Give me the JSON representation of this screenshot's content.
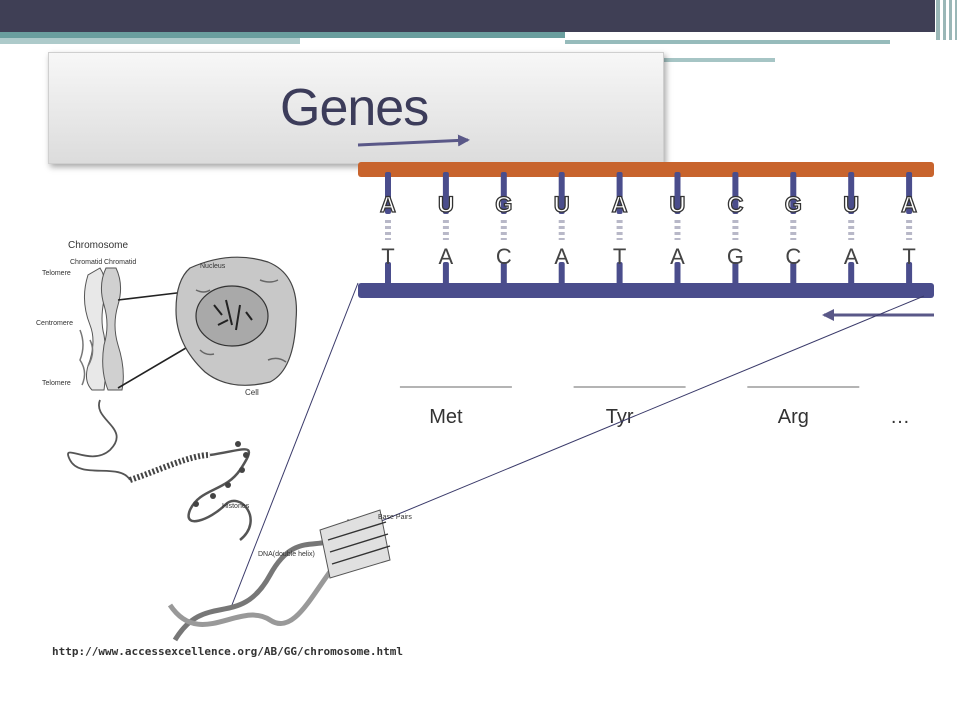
{
  "title": "Genes",
  "mrna_bases": [
    "A",
    "U",
    "G",
    "U",
    "A",
    "U",
    "C",
    "G",
    "U",
    "A"
  ],
  "dna_bases": [
    "T",
    "A",
    "C",
    "A",
    "T",
    "A",
    "G",
    "C",
    "A",
    "T"
  ],
  "amino_acids": [
    "Met",
    "Tyr",
    "Arg"
  ],
  "ellipsis": "…",
  "illustration": {
    "heading": "Chromosome",
    "labels": {
      "chromatid_left": "Chromatid",
      "chromatid_right": "Chromatid",
      "telomere_top": "Telomere",
      "centromere": "Centromere",
      "telomere_bottom": "Telomere",
      "nucleus": "Nucleus",
      "cell": "Cell",
      "histones": "Histones",
      "dna_double_helix": "DNA(double helix)",
      "base_pairs": "Base Pairs"
    }
  },
  "source_url": "http://www.accessexcellence.org/AB/GG/chromosome.html",
  "colors": {
    "top_bar": "#3f3f55",
    "teal_accent": "#6a9e9e",
    "title_text": "#3c3c5a",
    "mrna_strand": "#c8642d",
    "dna_strand": "#4a4d8c",
    "arrow": "#5a5888"
  }
}
